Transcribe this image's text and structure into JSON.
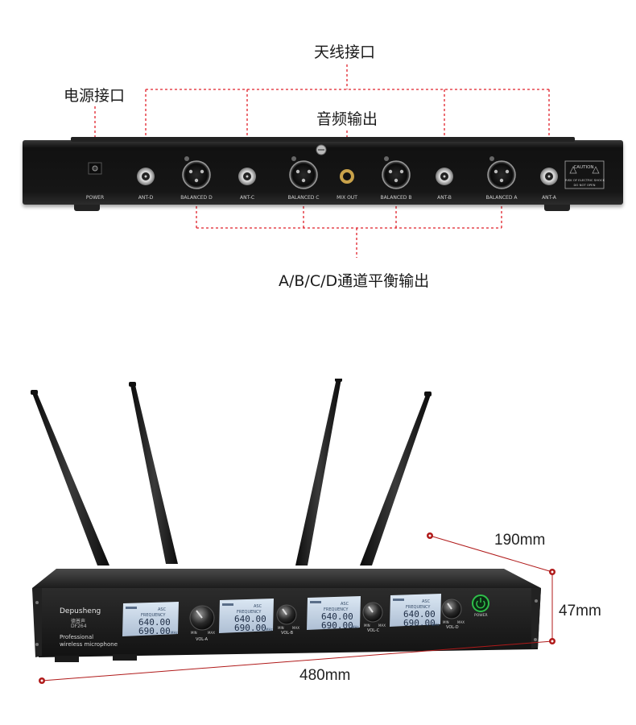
{
  "callouts": {
    "antenna": "天线接口",
    "power": "电源接口",
    "audio_out": "音频输出",
    "balanced_out": "A/B/C/D通道平衡输出"
  },
  "rear_panel": {
    "power": "POWER",
    "ant_d": "ANT-D",
    "balanced_d": "BALANCED D",
    "ant_c": "ANT-C",
    "balanced_c": "BALANCED C",
    "mix_out": "MIX OUT",
    "balanced_b": "BALANCED B",
    "ant_b": "ANT-B",
    "balanced_a": "BALANCED A",
    "ant_a": "ANT-A",
    "caution": "CAUTION",
    "caution_line1": "RISK OF ELECTRIC SHOCK",
    "caution_line2": "DO NOT OPEN"
  },
  "front_panel": {
    "brand": "Depusheng",
    "brand_cn": "德普声",
    "model": "DF264",
    "tagline1": "Professional",
    "tagline2": "wireless microphone",
    "power": "POWER",
    "vol_a": "VOL-A",
    "vol_b": "VOL-B",
    "vol_c": "VOL-C",
    "vol_d": "VOL-D",
    "min": "MIN",
    "max": "MAX",
    "frequency": "FREQUENCY",
    "asc": "ASC",
    "mhz": "MHz",
    "freq_top": "640.00",
    "freq_bottom": "690.00"
  },
  "dimensions": {
    "depth": "190mm",
    "height": "47mm",
    "width": "480mm"
  },
  "colors": {
    "callout_line": "#e0202a",
    "dim_marker": "#b01a1a",
    "chassis": "#1b1b1b",
    "lcd": "#c9d8ea",
    "power_button": "#2fbf4a"
  }
}
